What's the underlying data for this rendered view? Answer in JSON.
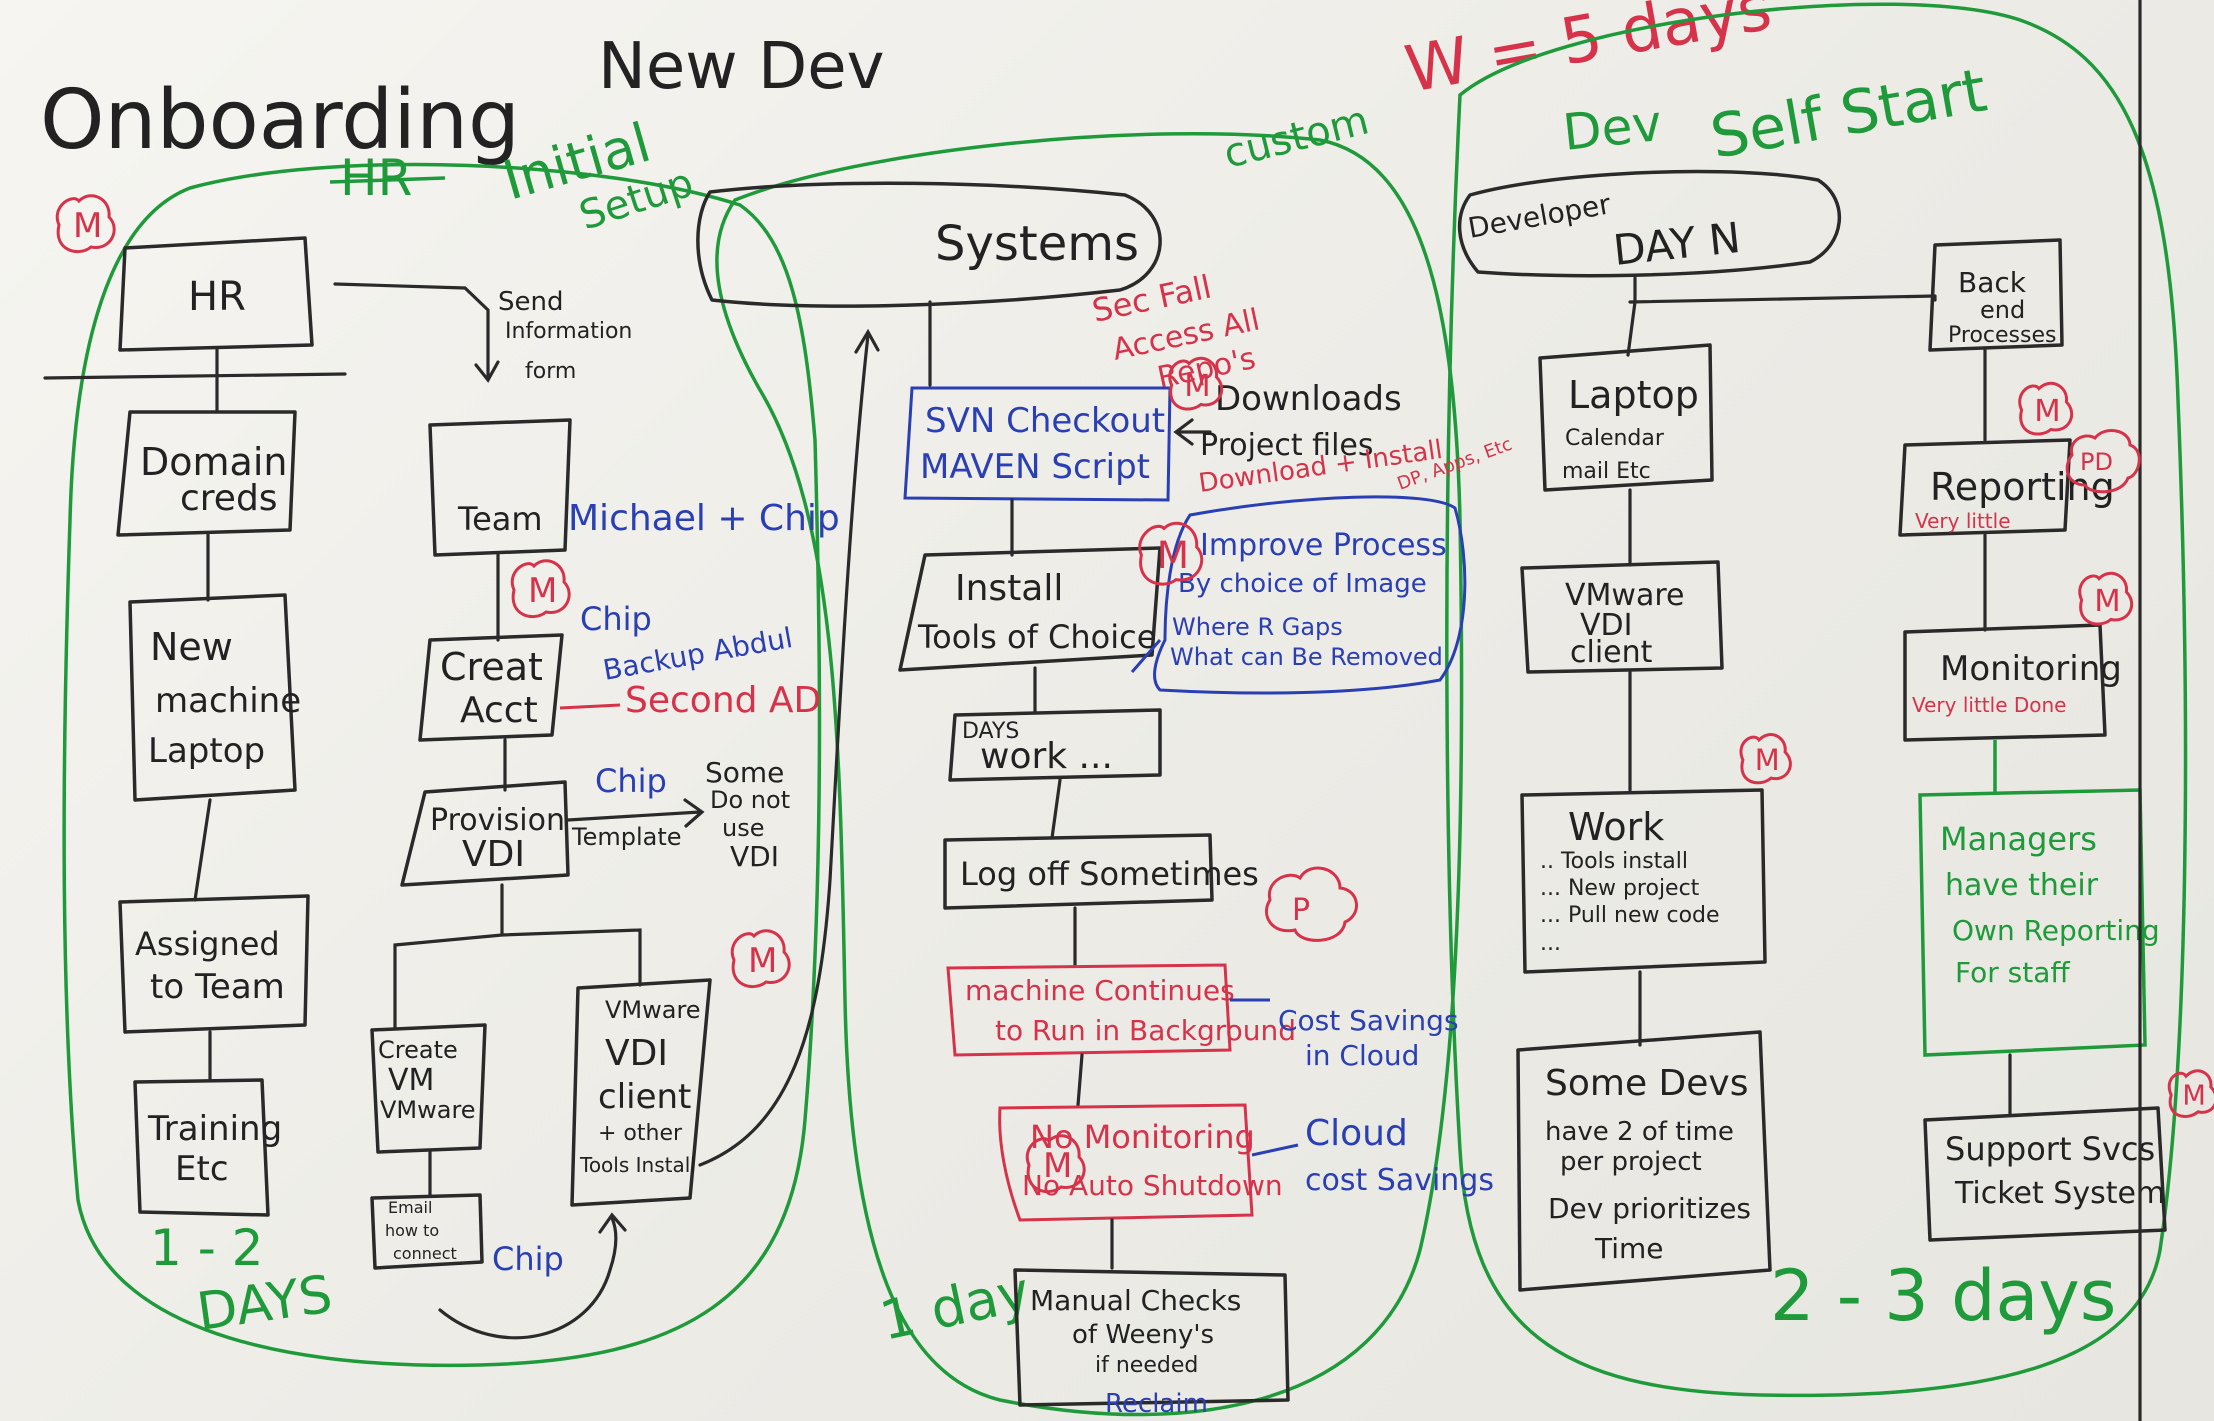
{
  "title": {
    "part1": "Onboarding",
    "part2": "New Dev"
  },
  "top_note": {
    "custom": "custom",
    "formula": "W = 5 days"
  },
  "sections": {
    "hr": {
      "heading_strike": "HR",
      "heading_line1": "Initial",
      "heading_line2": "Setup",
      "duration_line1": "1 - 2",
      "duration_line2": "DAYS"
    },
    "systems": {
      "duration": "1 day"
    },
    "dev": {
      "heading_line1": "Dev",
      "heading_line2": "Self Start",
      "duration": "2 - 3 days"
    }
  },
  "m_tag": "M",
  "p_tag": "P",
  "pd_tag": "PD",
  "nodes": {
    "hr": "HR",
    "send_info": [
      "Send",
      "Information",
      "form"
    ],
    "domain_creds": [
      "Domain",
      "creds"
    ],
    "new_machine": [
      "New",
      "machine",
      "Laptop"
    ],
    "assigned_team": [
      "Assigned",
      "to Team"
    ],
    "training": [
      "Training",
      "Etc"
    ],
    "team": "Team",
    "michael_chip": "Michael + Chip",
    "create_acct": [
      "Creat",
      "Acct"
    ],
    "chip1": "Chip",
    "backup_abdul": "Backup Abdul",
    "second_ad": "Second AD",
    "provision_vdi": [
      "Provision",
      "VDI"
    ],
    "chip2": "Chip",
    "template": "Template",
    "some_no_vdi": [
      "Some",
      "Do not",
      "use",
      "VDI"
    ],
    "create_vm": [
      "Create",
      "VM",
      "VMware"
    ],
    "email_howto": [
      "Email",
      "how to",
      "connect"
    ],
    "chip3": "Chip",
    "vmware_client": [
      "VMware",
      "VDI",
      "client",
      "+ other",
      "Tools Install"
    ],
    "systems": "Systems",
    "sec_fall": [
      "Sec Fall",
      "Access All",
      "Repo's"
    ],
    "svn": [
      "SVN Checkout",
      "MAVEN Script"
    ],
    "downloads": [
      "Downloads",
      "Project files"
    ],
    "download_install": [
      "Download + Install",
      "DP, Apps, Etc"
    ],
    "install_tools": [
      "Install",
      "Tools of Choice"
    ],
    "improve": [
      "Improve Process",
      "By choice of Image",
      "Where R Gaps",
      "What can Be Removed"
    ],
    "days_work": [
      "DAYS",
      "work ..."
    ],
    "log_off": "Log off Sometimes",
    "machine_continues": [
      "machine Continues",
      "to Run in Background"
    ],
    "cost_cloud": [
      "Cost Savings",
      "in Cloud"
    ],
    "no_monitoring": [
      "No Monitoring",
      "No Auto Shutdown"
    ],
    "cloud_cost": [
      "Cloud",
      "cost Savings"
    ],
    "manual_checks": [
      "Manual Checks",
      "of Weeny's",
      "if needed"
    ],
    "reclaim": "Reclaim",
    "developer_day": [
      "Developer",
      "DAY N"
    ],
    "laptop": [
      "Laptop",
      "Calendar",
      "mail Etc"
    ],
    "vmware_vdi": [
      "VMware",
      "VDI",
      "client"
    ],
    "work": [
      "Work",
      ".. Tools install",
      "... New project",
      "... Pull new code",
      "..."
    ],
    "some_devs": [
      "Some Devs",
      "have 2 of time",
      "per project",
      "Dev prioritizes",
      "Time"
    ],
    "backend": [
      "Back",
      "end",
      "Processes"
    ],
    "reporting": "Reporting",
    "very_little": "Very little",
    "monitoring": "Monitoring",
    "very_little_done": "Very little Done",
    "managers": [
      "Managers",
      "have their",
      "Own Reporting",
      "For staff"
    ],
    "support": [
      "Support Svcs",
      "Ticket System"
    ]
  }
}
